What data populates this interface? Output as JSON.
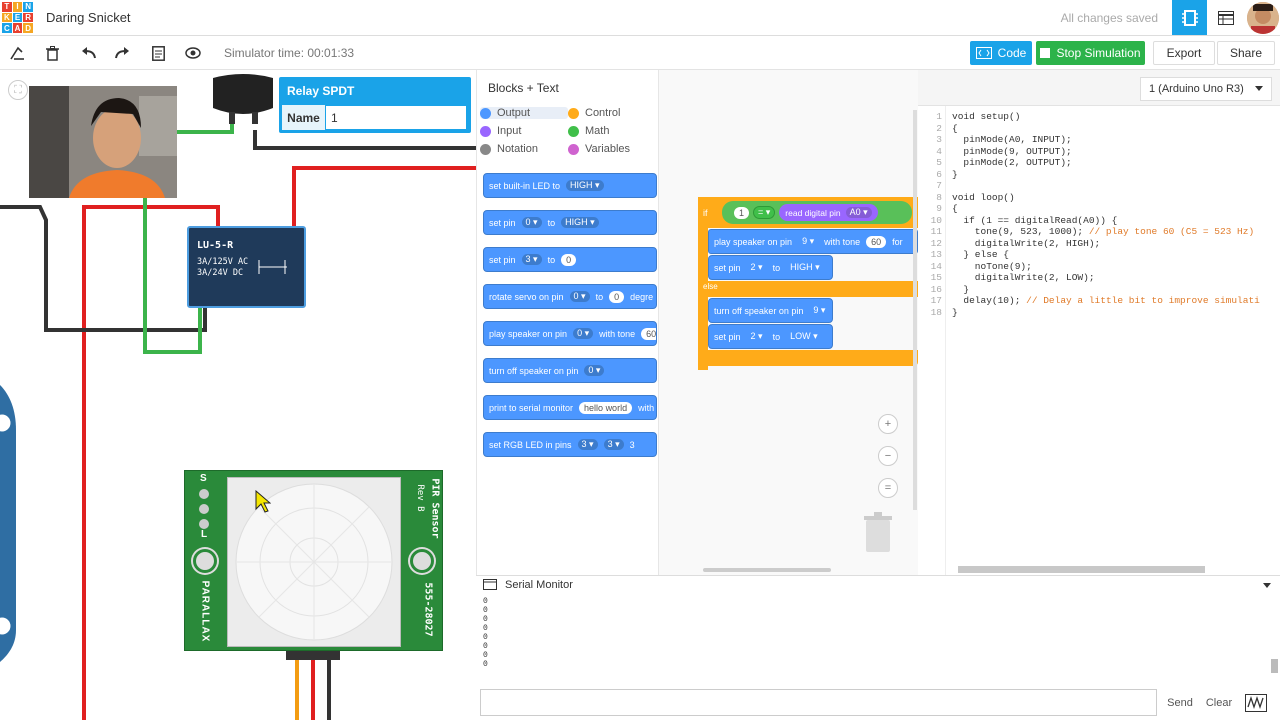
{
  "app": {
    "logo_letters": [
      "T",
      "I",
      "N",
      "K",
      "E",
      "R",
      "C",
      "A",
      "D"
    ],
    "project_title": "Daring Snicket",
    "save_status": "All changes saved"
  },
  "toolbar": {
    "sim_time": "Simulator time: 00:01:33",
    "code_label": "Code",
    "stop_label": "Stop Simulation",
    "export_label": "Export",
    "share_label": "Share"
  },
  "inspector": {
    "title": "Relay SPDT",
    "name_label": "Name",
    "name_value": "1"
  },
  "relay": {
    "model": "LU-5-R",
    "line1": "3A/125V AC",
    "line2": "3A/24V DC"
  },
  "pir": {
    "left_top": "S",
    "left_bottom": "L",
    "brand": "PARALLAX",
    "right_top": "PIR Sensor",
    "right_rev": "Rev B",
    "part": "555-28027"
  },
  "blocks": {
    "mode": "Blocks + Text",
    "categories": [
      {
        "label": "Output",
        "color": "#4c97ff"
      },
      {
        "label": "Control",
        "color": "#ffab19"
      },
      {
        "label": "Input",
        "color": "#9966ff"
      },
      {
        "label": "Math",
        "color": "#40bf4a"
      },
      {
        "label": "Notation",
        "color": "#888888"
      },
      {
        "label": "Variables",
        "color": "#cf63cf"
      }
    ],
    "palette": [
      {
        "text": "set built-in LED to",
        "dd1": "HIGH"
      },
      {
        "text": "set pin",
        "dd1": "0",
        "mid": "to",
        "dd2": "HIGH"
      },
      {
        "text": "set pin",
        "dd1": "3",
        "mid": "to",
        "pill": "0"
      },
      {
        "text": "rotate servo on pin",
        "dd1": "0",
        "mid": "to",
        "pill": "0",
        "tail": "degre"
      },
      {
        "text": "play speaker on pin",
        "dd1": "0",
        "mid": "with tone",
        "pill": "60"
      },
      {
        "text": "turn off speaker on pin",
        "dd1": "0"
      },
      {
        "text": "print to serial monitor",
        "pill": "hello world",
        "tail": "with"
      },
      {
        "text": "set RGB LED in pins",
        "dd1": "3",
        "dd2": "3",
        "tail": "3"
      }
    ]
  },
  "program": {
    "if_label": "if",
    "cond_value": "1",
    "cond_op": "=",
    "cond_read": "read digital pin",
    "cond_pin": "A0",
    "play": {
      "text": "play speaker on pin",
      "pin": "9",
      "mid": "with tone",
      "tone": "60",
      "tail": "for"
    },
    "set1": {
      "text": "set pin",
      "pin": "2",
      "mid": "to",
      "val": "HIGH"
    },
    "else_label": "else",
    "off": {
      "text": "turn off speaker on pin",
      "pin": "9"
    },
    "set2": {
      "text": "set pin",
      "pin": "2",
      "mid": "to",
      "val": "LOW"
    }
  },
  "board_select": "1 (Arduino Uno R3)",
  "code": [
    {
      "n": "1",
      "t": "void setup()"
    },
    {
      "n": "2",
      "t": "{"
    },
    {
      "n": "3",
      "t": "  pinMode(A0, INPUT);"
    },
    {
      "n": "4",
      "t": "  pinMode(9, OUTPUT);"
    },
    {
      "n": "5",
      "t": "  pinMode(2, OUTPUT);"
    },
    {
      "n": "6",
      "t": "}"
    },
    {
      "n": "7",
      "t": ""
    },
    {
      "n": "8",
      "t": "void loop()"
    },
    {
      "n": "9",
      "t": "{"
    },
    {
      "n": "10",
      "t": "  if (1 == digitalRead(A0)) {"
    },
    {
      "n": "11",
      "t": "    tone(9, 523, 1000); // play tone 60 (C5 = 523 Hz)"
    },
    {
      "n": "12",
      "t": "    digitalWrite(2, HIGH);"
    },
    {
      "n": "13",
      "t": "  } else {"
    },
    {
      "n": "14",
      "t": "    noTone(9);"
    },
    {
      "n": "15",
      "t": "    digitalWrite(2, LOW);"
    },
    {
      "n": "16",
      "t": "  }"
    },
    {
      "n": "17",
      "t": "  delay(10); // Delay a little bit to improve simulati"
    },
    {
      "n": "18",
      "t": "}"
    }
  ],
  "serial": {
    "title": "Serial Monitor",
    "lines": [
      "0",
      "0",
      "0",
      "0",
      "0",
      "0",
      "0",
      "0"
    ],
    "send_label": "Send",
    "clear_label": "Clear"
  },
  "colors": {
    "accent": "#1aa3e8",
    "stop": "#2cb34a",
    "block_output": "#4c97ff",
    "block_control": "#ffab19"
  }
}
